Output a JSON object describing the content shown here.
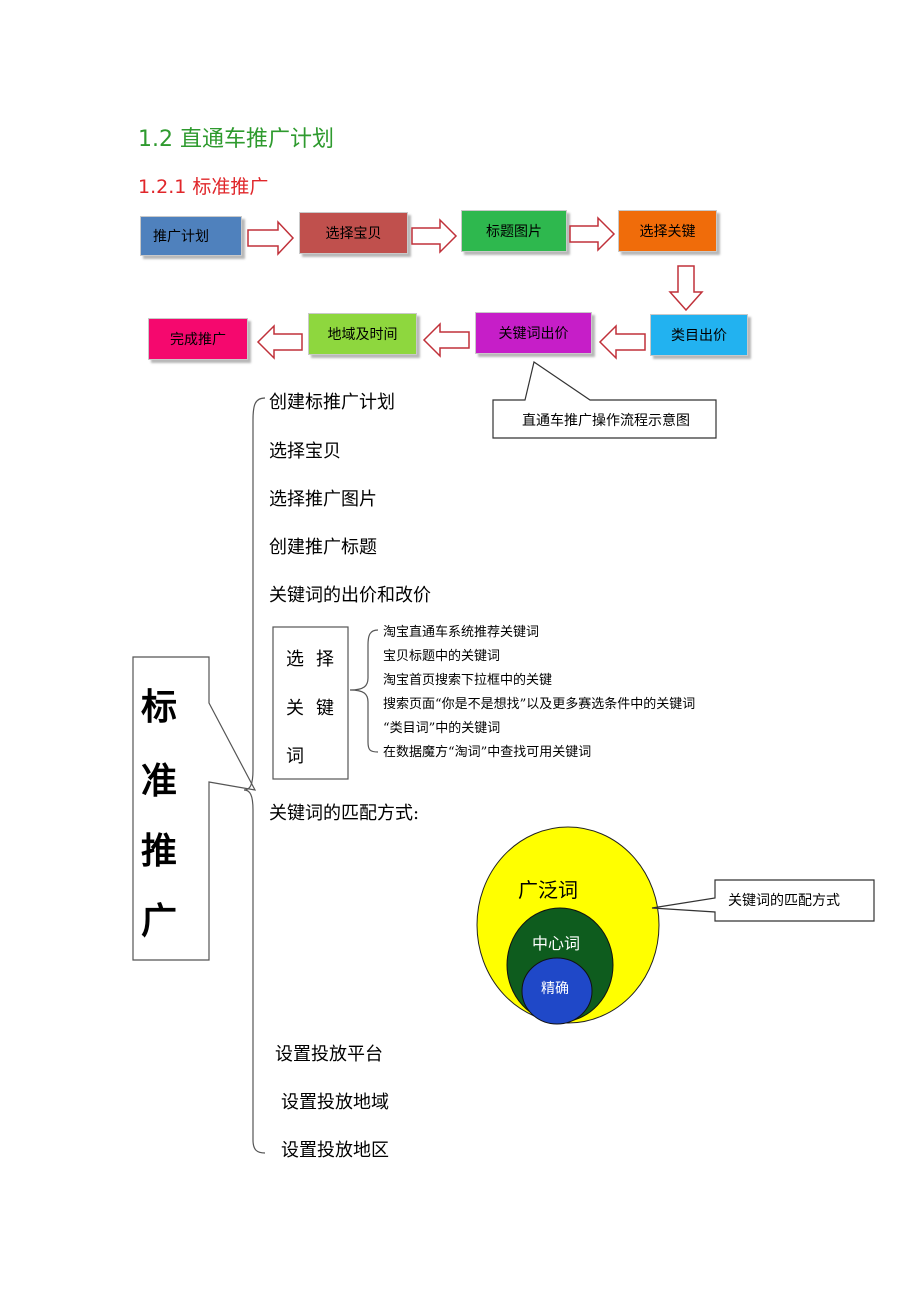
{
  "headings": {
    "section": "1.2 直通车推广计划",
    "subsection": "1.2.1 标准推广"
  },
  "flow": {
    "steps": [
      {
        "label": "推广计划",
        "color": "#4f81bd"
      },
      {
        "label": "选择宝贝",
        "color": "#c0504d"
      },
      {
        "label": "标题图片",
        "color": "#2eb84e"
      },
      {
        "label": "选择关键",
        "color": "#f06c0a"
      },
      {
        "label": "类目出价",
        "color": "#22b2f0"
      },
      {
        "label": "关键词出价",
        "color": "#c61ec8"
      },
      {
        "label": "地域及时间",
        "color": "#8ed73e"
      },
      {
        "label": "完成推广",
        "color": "#f5086e"
      }
    ],
    "callout": "直通车推广操作流程示意图"
  },
  "tree": {
    "root_chars": [
      "标",
      "准",
      "推",
      "广"
    ],
    "items": [
      "创建标推广计划",
      "选择宝贝",
      "选择推广图片",
      "创建推广标题",
      "关键词的出价和改价",
      "关键词的匹配方式:",
      "设置投放平台",
      "设置投放地域",
      "设置投放地区"
    ],
    "select_keyword": {
      "chars": [
        "选",
        "择",
        "关",
        "键",
        "词"
      ],
      "options": [
        "淘宝直通车系统推荐关键词",
        "宝贝标题中的关键词",
        "淘宝首页搜索下拉框中的关键",
        "搜索页面“你是不是想找”以及更多赛选条件中的关键词",
        "“类目词”中的关键词",
        "在数据魔方“淘词”中查找可用关键词"
      ]
    }
  },
  "match_diagram": {
    "broad": "广泛词",
    "center": "中心词",
    "exact": "精确",
    "callout": "关键词的匹配方式",
    "colors": {
      "broad": "#ffff00",
      "center": "#0e5c1e",
      "exact": "#1f48c8"
    }
  }
}
